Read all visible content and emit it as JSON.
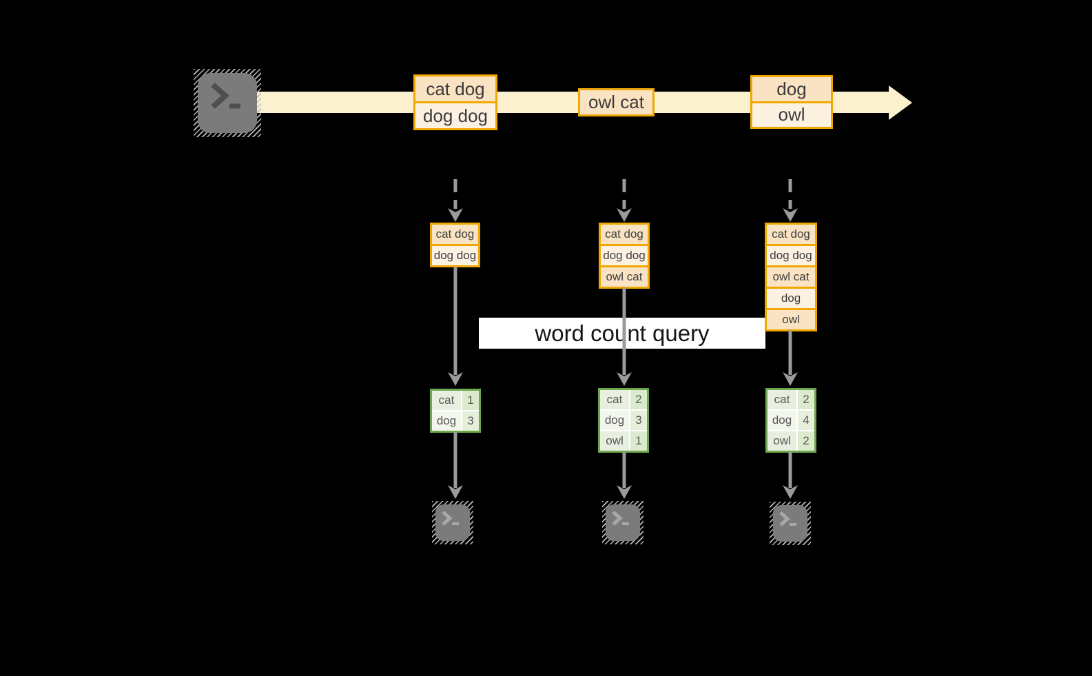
{
  "banner": {
    "label": "word count query"
  },
  "stream": {
    "events": [
      {
        "rows": [
          "cat dog",
          "dog dog"
        ]
      },
      {
        "rows": [
          "owl cat"
        ]
      },
      {
        "rows": [
          "dog",
          "owl"
        ]
      }
    ]
  },
  "columns": [
    {
      "buffer": {
        "rows": [
          "cat dog",
          "dog dog"
        ]
      },
      "counts": {
        "rows": [
          {
            "word": "cat",
            "count": "1"
          },
          {
            "word": "dog",
            "count": "3"
          }
        ]
      }
    },
    {
      "buffer": {
        "rows": [
          "cat dog",
          "dog dog",
          "owl cat"
        ]
      },
      "counts": {
        "rows": [
          {
            "word": "cat",
            "count": "2"
          },
          {
            "word": "dog",
            "count": "3"
          },
          {
            "word": "owl",
            "count": "1"
          }
        ]
      }
    },
    {
      "buffer": {
        "rows": [
          "cat dog",
          "dog dog",
          "owl cat",
          "dog",
          "owl"
        ]
      },
      "counts": {
        "rows": [
          {
            "word": "cat",
            "count": "2"
          },
          {
            "word": "dog",
            "count": "4"
          },
          {
            "word": "owl",
            "count": "2"
          }
        ]
      }
    }
  ],
  "icons": {
    "source": "terminal-prompt-icon",
    "sinks": [
      "terminal-prompt-icon",
      "terminal-prompt-icon",
      "terminal-prompt-icon"
    ]
  },
  "colors": {
    "background": "#000000",
    "stream_band": "#FBF1CF",
    "event_border": "#F0A800",
    "event_fill_warm": "#FAE3C2",
    "event_fill_pale": "#FDF2E2",
    "table_border": "#6EA84D",
    "table_cell_green": "#E8EFE0",
    "table_cell_green_dark": "#DBE9CC",
    "table_cell_light": "#F2F6ED",
    "arrow_gray": "#9B9B9B",
    "terminal_gray": "#7B7B7B",
    "banner_bg": "#FFFFFF"
  }
}
